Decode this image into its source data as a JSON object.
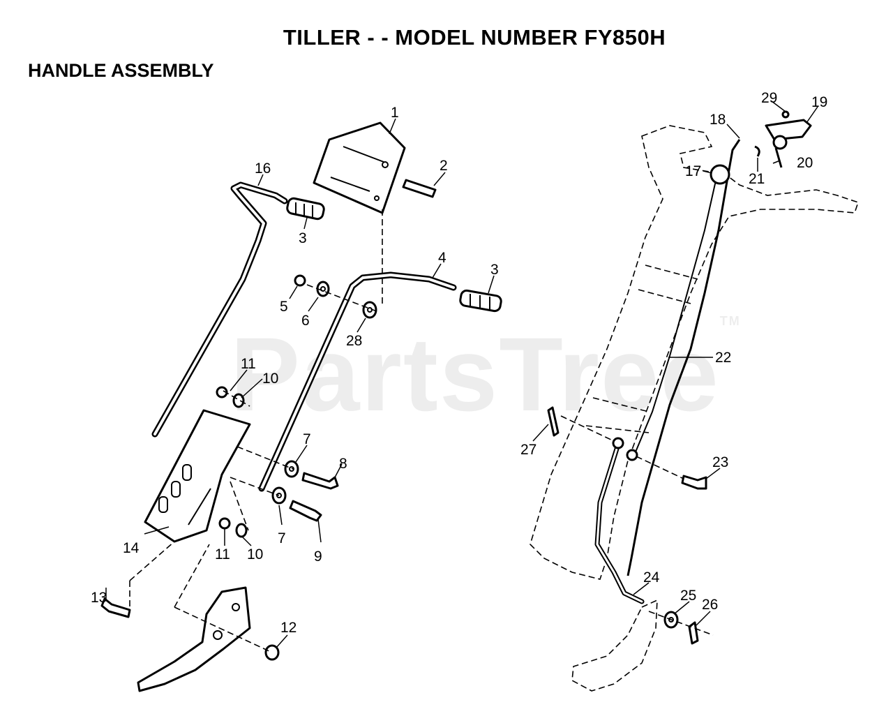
{
  "title": "TILLER - - MODEL NUMBER FY850H",
  "subtitle": "HANDLE ASSEMBLY",
  "watermark": "PartsTree",
  "watermark_mark": "TM",
  "callouts": {
    "left": [
      {
        "id": "p1",
        "label": "1"
      },
      {
        "id": "p2",
        "label": "2"
      },
      {
        "id": "p16",
        "label": "16"
      },
      {
        "id": "p3a",
        "label": "3"
      },
      {
        "id": "p4",
        "label": "4"
      },
      {
        "id": "p3b",
        "label": "3"
      },
      {
        "id": "p5",
        "label": "5"
      },
      {
        "id": "p6",
        "label": "6"
      },
      {
        "id": "p28",
        "label": "28"
      },
      {
        "id": "p11a",
        "label": "11"
      },
      {
        "id": "p10a",
        "label": "10"
      },
      {
        "id": "p7a",
        "label": "7"
      },
      {
        "id": "p8",
        "label": "8"
      },
      {
        "id": "p7b",
        "label": "7"
      },
      {
        "id": "p9",
        "label": "9"
      },
      {
        "id": "p14",
        "label": "14"
      },
      {
        "id": "p11b",
        "label": "11"
      },
      {
        "id": "p10b",
        "label": "10"
      },
      {
        "id": "p13",
        "label": "13"
      },
      {
        "id": "p12",
        "label": "12"
      }
    ],
    "right": [
      {
        "id": "p29",
        "label": "29"
      },
      {
        "id": "p19",
        "label": "19"
      },
      {
        "id": "p18",
        "label": "18"
      },
      {
        "id": "p17",
        "label": "17"
      },
      {
        "id": "p21",
        "label": "21"
      },
      {
        "id": "p20",
        "label": "20"
      },
      {
        "id": "p22",
        "label": "22"
      },
      {
        "id": "p27",
        "label": "27"
      },
      {
        "id": "p23",
        "label": "23"
      },
      {
        "id": "p24",
        "label": "24"
      },
      {
        "id": "p25",
        "label": "25"
      },
      {
        "id": "p26",
        "label": "26"
      }
    ]
  }
}
